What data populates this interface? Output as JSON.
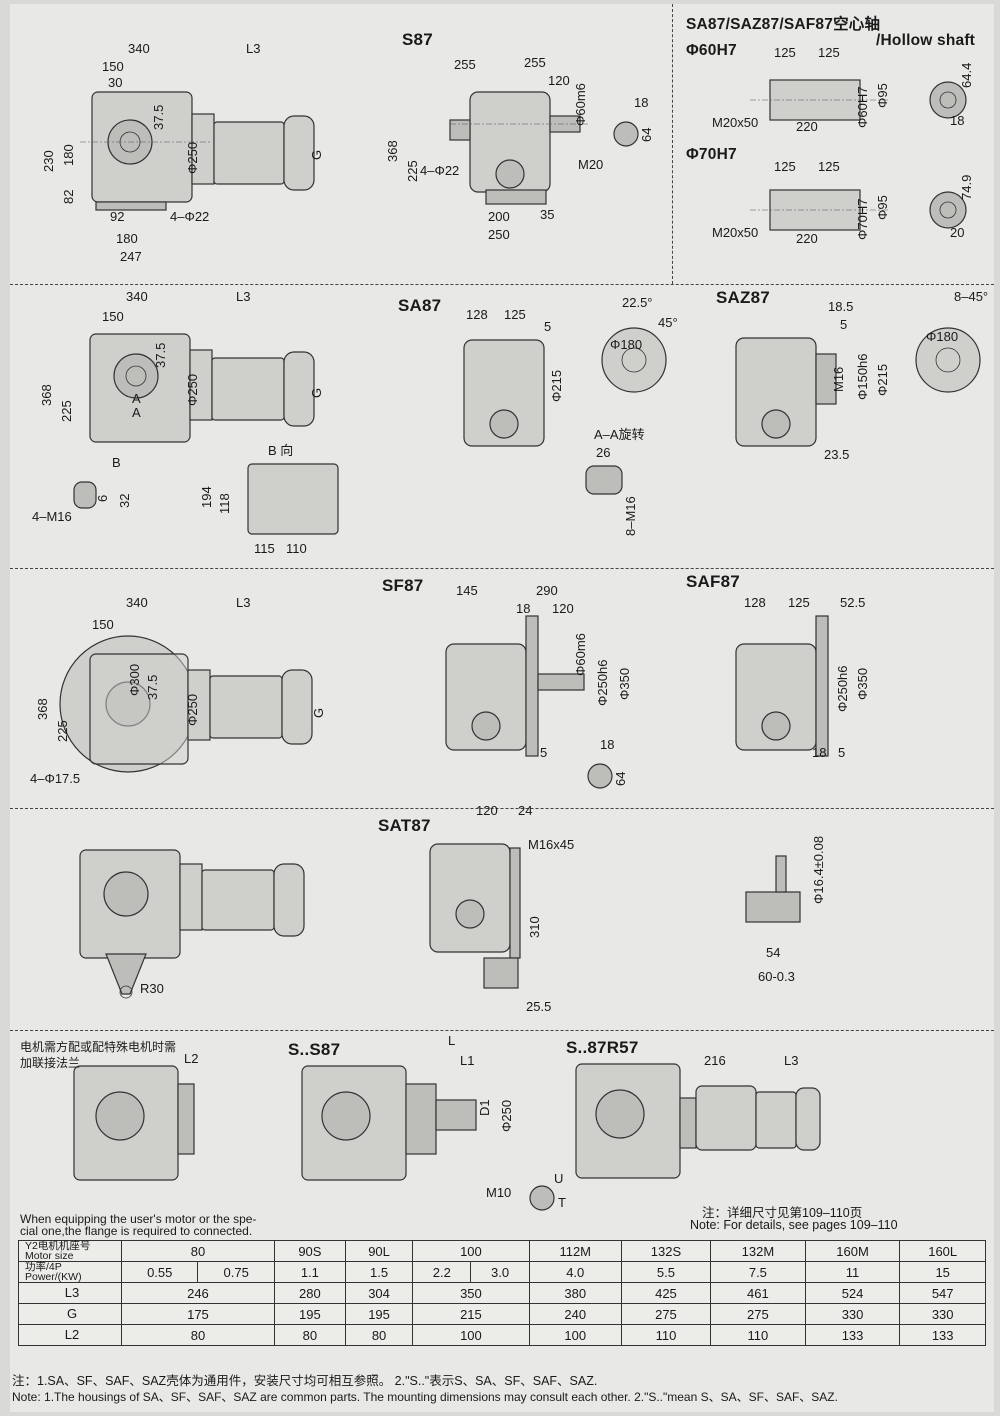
{
  "sections": {
    "s87": {
      "title": "S87"
    },
    "hollow": {
      "title": "SA87/SAZ87/SAF87空心轴",
      "subtitle": "/Hollow shaft",
      "h60": "Φ60H7",
      "h70": "Φ70H7"
    },
    "sa87": {
      "title": "SA87",
      "section_aa": "A–A旋转",
      "view_b": "B 向"
    },
    "saz87": {
      "title": "SAZ87"
    },
    "sf87": {
      "title": "SF87"
    },
    "saf87": {
      "title": "SAF87"
    },
    "sat87": {
      "title": "SAT87"
    },
    "ss87": {
      "title": "S..S87"
    },
    "s87r57": {
      "title": "S..87R57"
    },
    "flange_note": {
      "cn1": "电机需方配或配特殊电机时需",
      "cn2": "加联接法兰",
      "en1": "When equipping the user's motor or the spe-",
      "en2": "cial one,the flange is required to connected."
    },
    "detail_note": {
      "cn": "注：详细尺寸见第109–110页",
      "en": "Note: For details, see pages 109–110"
    }
  },
  "dims": {
    "r1a": [
      "340",
      "L3",
      "150",
      "30",
      "37.5",
      "230",
      "180",
      "82",
      "Φ250",
      "G",
      "92",
      "4–Φ22",
      "180",
      "247"
    ],
    "r1b": [
      "255",
      "255",
      "120",
      "Φ60m6",
      "18",
      "64",
      "368",
      "225",
      "4–Φ22",
      "M20",
      "35",
      "200",
      "250"
    ],
    "r1c": [
      "125",
      "125",
      "Φ95",
      "Φ60H7",
      "64.4",
      "18",
      "M20x50",
      "220",
      "125",
      "125",
      "Φ95",
      "Φ70H7",
      "74.9",
      "20",
      "M20x50",
      "220"
    ],
    "r2a": [
      "340",
      "L3",
      "150",
      "37.5",
      "368",
      "225",
      "Φ250",
      "G",
      "B",
      "A",
      "A",
      "194",
      "118",
      "115",
      "110",
      "4–M16",
      "6",
      "32"
    ],
    "r2b": [
      "128",
      "125",
      "5",
      "Φ215",
      "22.5°",
      "45°",
      "Φ180",
      "26",
      "8–M16"
    ],
    "r2c": [
      "18.5",
      "5",
      "M16",
      "Φ150h6",
      "Φ215",
      "23.5",
      "8–45°",
      "Φ180"
    ],
    "r3a": [
      "340",
      "L3",
      "150",
      "Φ300",
      "37.5",
      "368",
      "225",
      "Φ250",
      "G",
      "4–Φ17.5"
    ],
    "r3b": [
      "145",
      "290",
      "18",
      "120",
      "Φ60m6",
      "Φ250h6",
      "Φ350",
      "5",
      "18",
      "64"
    ],
    "r3c": [
      "128",
      "125",
      "52.5",
      "Φ250h6",
      "Φ350",
      "18",
      "5"
    ],
    "r4": [
      "R30",
      "120",
      "24",
      "M16x45",
      "310",
      "25.5",
      "Φ16.4±0.08",
      "54",
      "60-0.3"
    ],
    "r5": [
      "L2",
      "L",
      "L1",
      "D1",
      "Φ250",
      "M10",
      "U",
      "T",
      "216",
      "L3"
    ]
  },
  "table": {
    "headers": {
      "motor_cn": "Y2电机机座号",
      "motor_en": "Motor size",
      "power_cn": "功率/4P",
      "power_en": "Power/(KW)"
    },
    "motor_sizes": [
      "80",
      "90S",
      "90L",
      "100",
      "112M",
      "132S",
      "132M",
      "160M",
      "160L"
    ],
    "powers": [
      "0.55",
      "0.75",
      "1.1",
      "1.5",
      "2.2",
      "3.0",
      "4.0",
      "5.5",
      "7.5",
      "11",
      "15"
    ],
    "rows": [
      {
        "name": "L3",
        "values": [
          "246",
          "280",
          "304",
          "350",
          "380",
          "425",
          "461",
          "524",
          "547"
        ]
      },
      {
        "name": "G",
        "values": [
          "175",
          "195",
          "195",
          "215",
          "240",
          "275",
          "275",
          "330",
          "330"
        ]
      },
      {
        "name": "L2",
        "values": [
          "80",
          "80",
          "80",
          "100",
          "100",
          "110",
          "110",
          "133",
          "133"
        ]
      }
    ]
  },
  "footnotes": {
    "cn": "注：1.SA、SF、SAF、SAZ壳体为通用件，安装尺寸均可相互参照。 2.\"S..\"表示S、SA、SF、SAF、SAZ.",
    "en": "Note: 1.The housings of SA、SF、SAF、SAZ are common parts. The mounting dimensions may consult each other.    2.\"S..\"mean S、SA、SF、SAF、SAZ."
  }
}
